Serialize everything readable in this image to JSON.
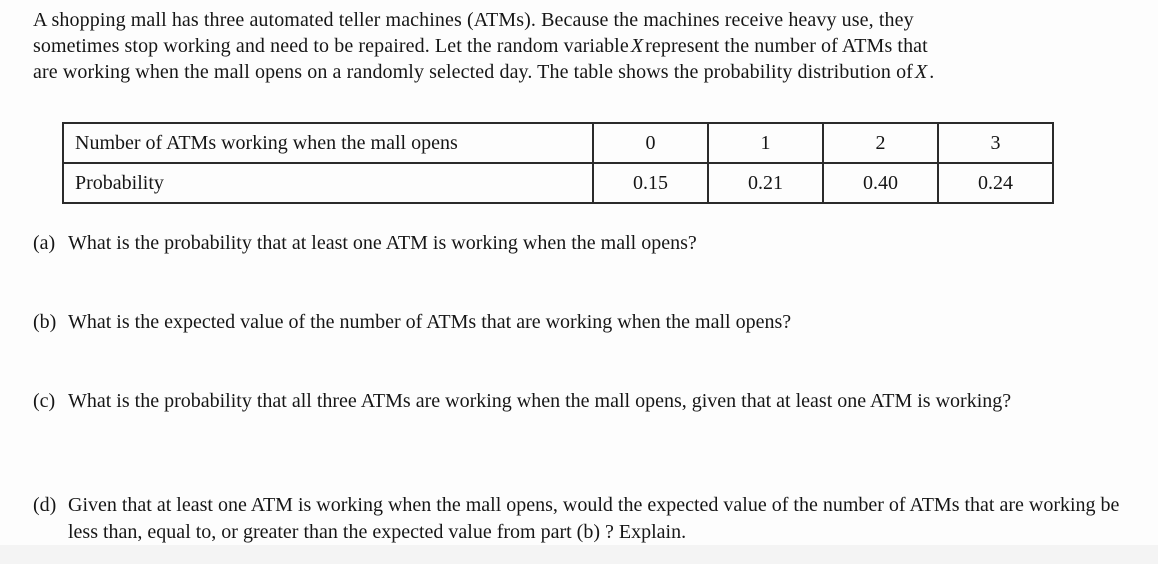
{
  "intro": {
    "line1": "A shopping mall has three automated teller machines (ATMs). Because the machines receive heavy use, they",
    "line2_pre": "sometimes stop working and need to be repaired. Let the random variable",
    "line2_var": "X",
    "line2_post": "represent the number of ATMs that",
    "line3_pre": "are working when the mall opens on a randomly selected day. The table shows the probability distribution of",
    "line3_var": "X",
    "line3_post": "."
  },
  "distribution_table": {
    "row_labels": [
      "Number of ATMs working when the mall opens",
      "Probability"
    ],
    "atm_counts": [
      "0",
      "1",
      "2",
      "3"
    ],
    "probabilities": [
      "0.15",
      "0.21",
      "0.40",
      "0.24"
    ]
  },
  "questions": {
    "a": {
      "label": "(a)",
      "text": "What is the probability that at least one ATM is working when the mall opens?"
    },
    "b": {
      "label": "(b)",
      "text": "What is the expected value of the number of ATMs that are working when the mall opens?"
    },
    "c": {
      "label": "(c)",
      "text": "What is the probability that all three ATMs are working when the mall opens, given that at least one ATM is working?"
    },
    "d": {
      "label": "(d)",
      "text": "Given that at least one ATM is working when the mall opens, would the expected value of the number of ATMs that are working be less than, equal to, or greater than the expected value from part (b) ? Explain."
    }
  }
}
